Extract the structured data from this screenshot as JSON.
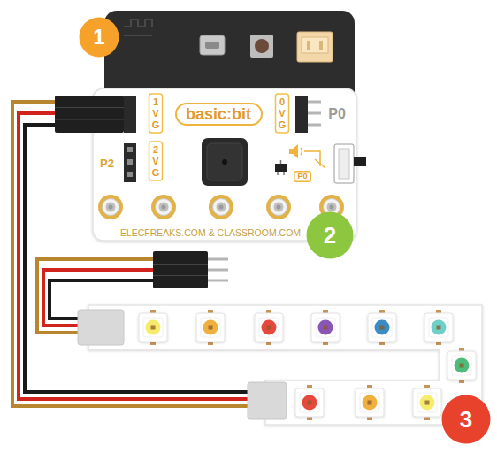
{
  "diagram": {
    "nodes": [
      {
        "text": [
          "1"
        ]
      },
      {
        "text": [
          "basic:bit"
        ]
      },
      {
        "text": [
          "P0"
        ]
      },
      {
        "text": [
          "2"
        ]
      },
      {
        "text": [
          "3"
        ]
      }
    ],
    "labels": [
      "1",
      "V",
      "G",
      "0",
      "V",
      "G",
      "P0",
      "P2",
      "2",
      "V",
      "G",
      "ELECFREAKS.COM & CLASSROOM.COM"
    ]
  }
}
